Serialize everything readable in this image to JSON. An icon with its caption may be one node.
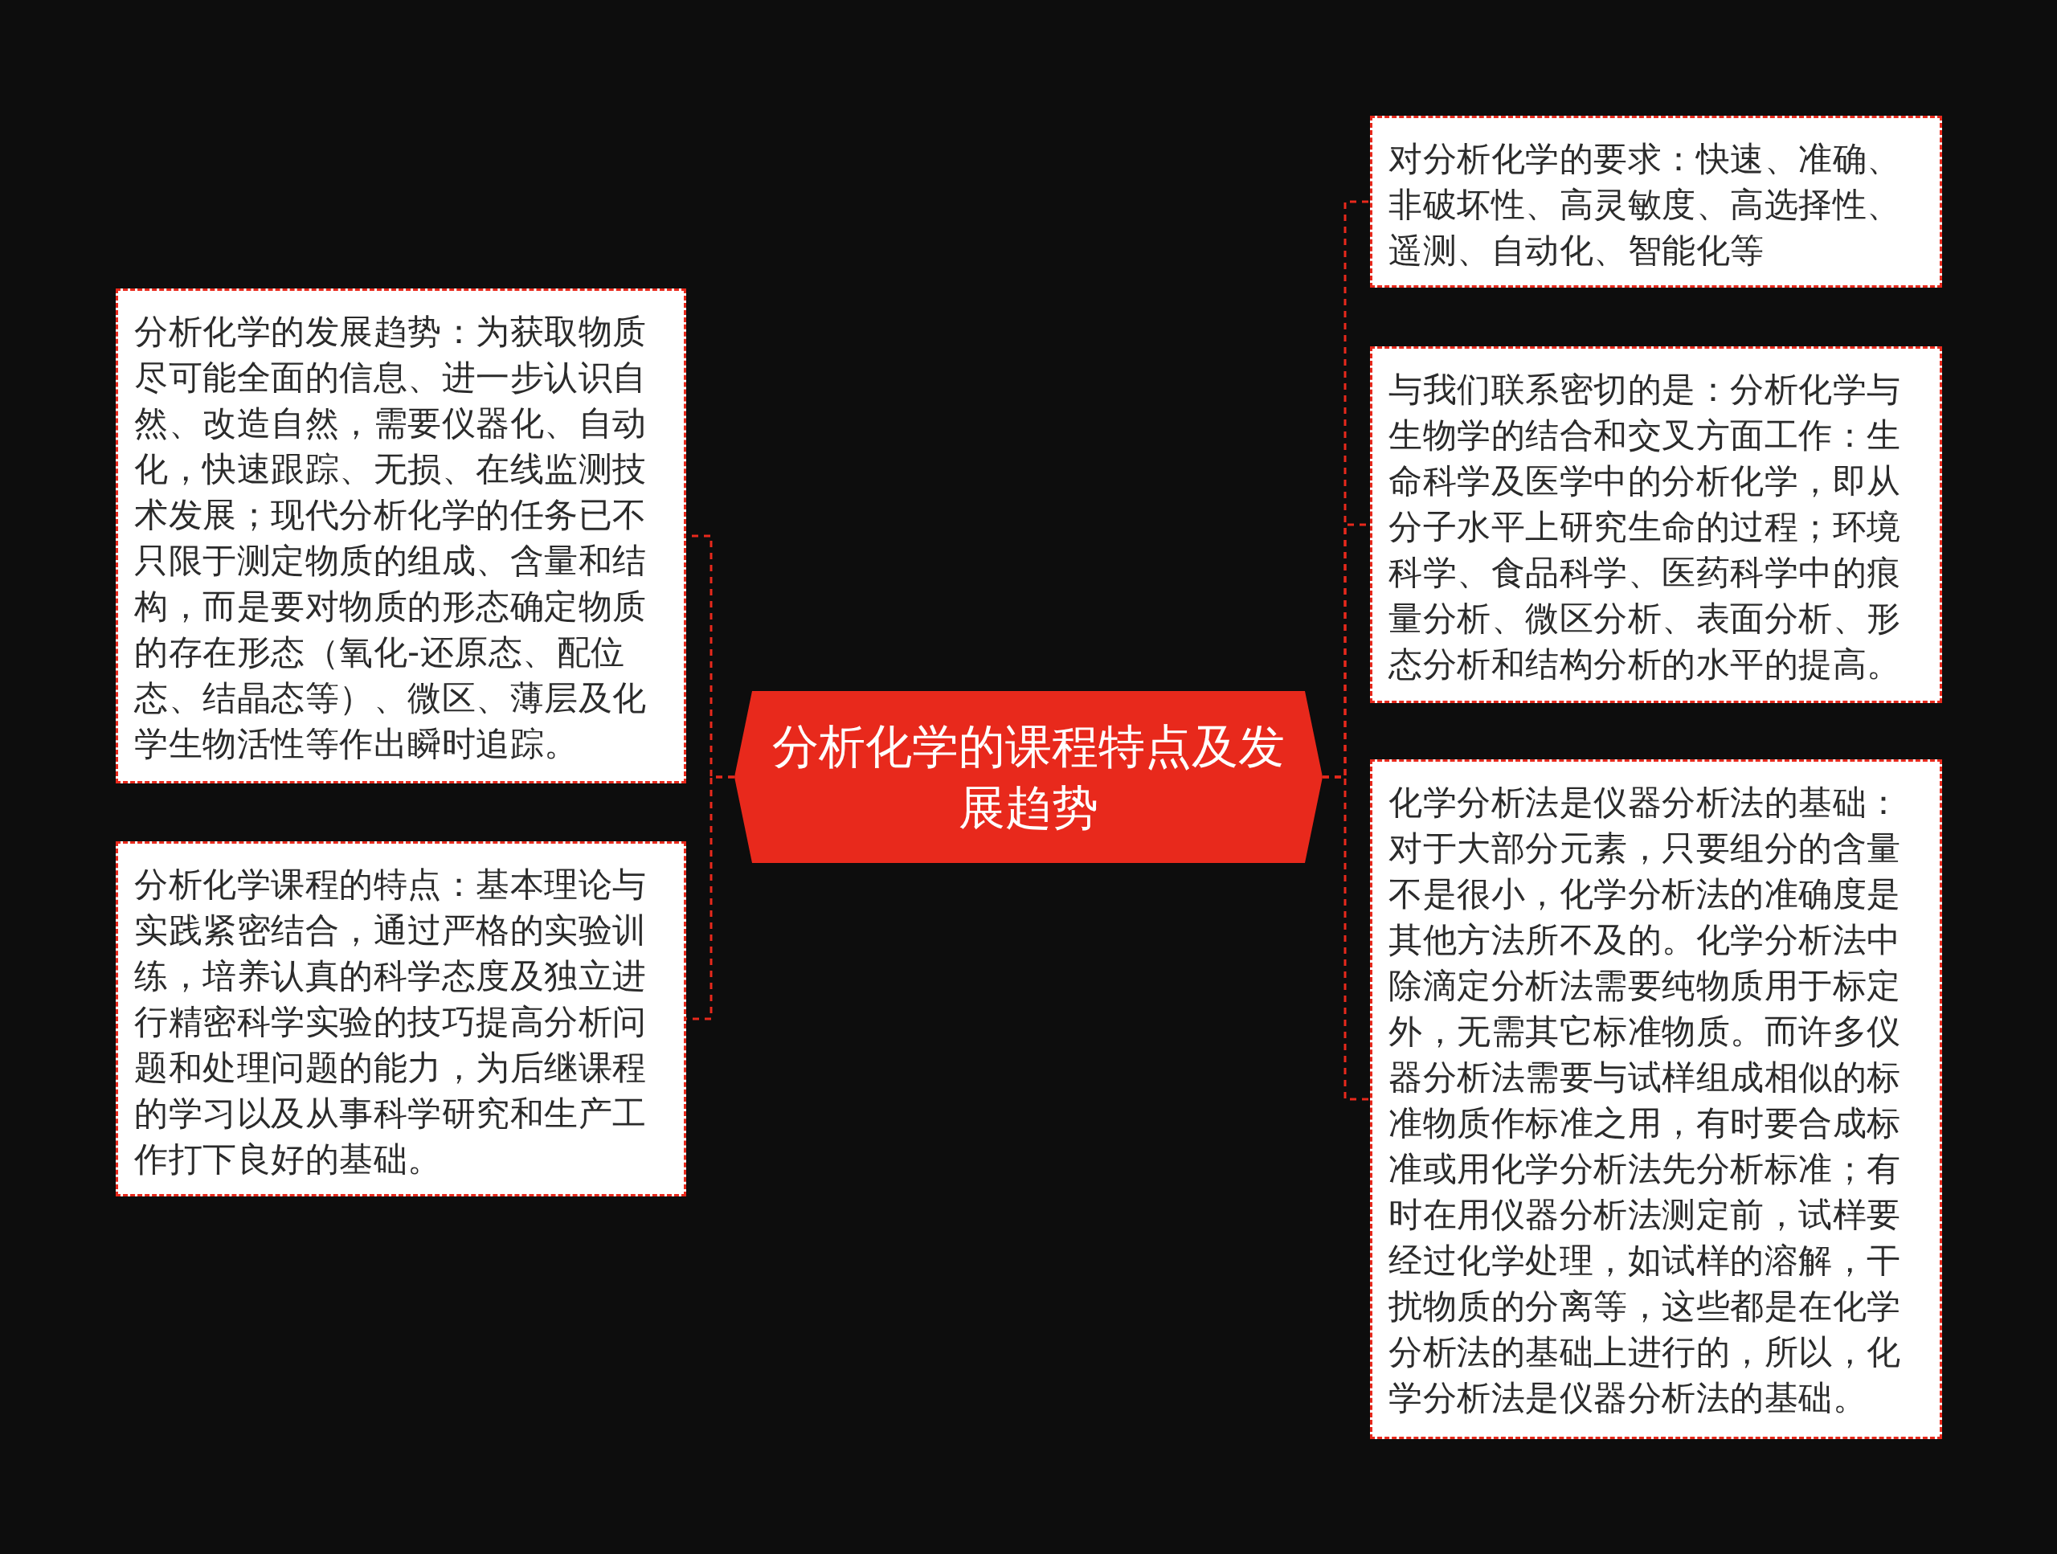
{
  "diagram": {
    "nodes": [
      {
        "text": [
          "分析化学的课程特点及发展趋势"
        ]
      },
      {
        "text": [
          "分析化学的发展趋势：为获取物质尽可能全面的信息、进一步认识自然、改造自然，需要仪器化、自动化，快速跟踪、无损、在线监测技术发展；现代分析化学的任务已不只限于测定物质的组成、含量和结构，而是要对物质的形态确定物质的存在形态（氧化-还原态、配位态、结晶态等）、微区、薄层及化学生物活性等作出瞬时追踪。"
        ]
      },
      {
        "text": [
          "分析化学课程的特点：基本理论与实践紧密结合，通过严格的实验训练，培养认真的科学态度及独立进行精密科学实验的技巧提高分析问题和处理问题的能力，为后继课程的学习以及从事科学研究和生产工作打下良好的基础。"
        ]
      },
      {
        "text": [
          "对分析化学的要求：快速、准确、非破坏性、高灵敏度、高选择性、遥测、自动化、智能化等"
        ]
      },
      {
        "text": [
          "与我们联系密切的是：分析化学与生物学的结合和交叉方面工作：生命科学及医学中的分析化学，即从分子水平上研究生命的过程；环境科学、食品科学、医药科学中的痕量分析、微区分析、表面分析、形态分析和结构分析的水平的提高。"
        ]
      },
      {
        "text": [
          "化学分析法是仪器分析法的基础：对于大部分元素，只要组分的含量不是很小，化学分析法的准确度是其他方法所不及的。化学分析法中除滴定分析法需要纯物质用于标定外，无需其它标准物质。而许多仪器分析法需要与试样组成相似的标准物质作标准之用，有时要合成标准或用化学分析法先分析标准；有时在用仪器分析法测定前，试样要经过化学处理，如试样的溶解，干扰物质的分离等，这些都是在化学分析法的基础上进行的，所以，化学分析法是仪器分析法的基础。"
        ]
      }
    ],
    "edges": [
      {
        "from": 0,
        "to": 1,
        "arrow": "none",
        "style": "dashed"
      },
      {
        "from": 0,
        "to": 2,
        "arrow": "none",
        "style": "dashed"
      },
      {
        "from": 0,
        "to": 3,
        "arrow": "none",
        "style": "dashed"
      },
      {
        "from": 0,
        "to": 4,
        "arrow": "none",
        "style": "dashed"
      },
      {
        "from": 0,
        "to": 5,
        "arrow": "none",
        "style": "dashed"
      }
    ]
  }
}
